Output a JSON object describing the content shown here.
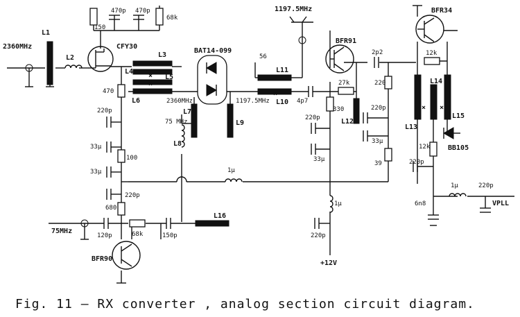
{
  "labels": {
    "in_rf": "2360MHz",
    "out_if": "1197.5MHz",
    "if_mid": "1197.5MHz",
    "rf_mid": "2360MHz",
    "lo_in": "75MHz",
    "lo_tank": "75 MHz",
    "supply": "+12V",
    "vpll": "VPLL",
    "l1": "L1",
    "l2": "L2",
    "l3": "L3",
    "l4": "L4",
    "l5": "L5",
    "l6": "L6",
    "l7": "L7",
    "l8": "L8",
    "l9": "L9",
    "l10": "L10",
    "l11": "L11",
    "l12": "L12",
    "l13": "L13",
    "l14": "L14",
    "l15": "L15",
    "l16": "L16",
    "q1": "CFY30",
    "d1": "BAT14-099",
    "q2": "BFR91",
    "q3": "BFR34",
    "q4": "BFR90",
    "d2": "BB105",
    "c_470p_a": "470p",
    "c_470p_b": "470p",
    "r_150": "150",
    "r_68k": "68k",
    "r_470": "470",
    "c_220p_a": "220p",
    "c_33u_a": "33μ",
    "r_100": "100",
    "c_33u_b": "33μ",
    "c_220p_b": "220p",
    "r_680": "680",
    "c_120p": "120p",
    "r_68k_b": "68k",
    "c_150p": "150p",
    "r_56": "56",
    "c_4p7": "4p7",
    "r_27k": "27k",
    "r_330": "330",
    "c_220p_c": "220p",
    "c_33u_c": "33μ",
    "c_33u_d": "33μ",
    "r_220": "220",
    "c_220p_d": "220p",
    "r_39": "39",
    "c_2p2": "2p2",
    "r_12k": "12k",
    "r_12k_b": "12k",
    "c_220p_e": "220p",
    "c_6n8": "6n8",
    "c_220p_f": "220p",
    "ind_1u": "1μ",
    "ind_1u_b": "1μ",
    "ind_1u_c": "1μ",
    "c_220p_g": "220p",
    "mark_x": "×"
  },
  "caption": "Fig. 11 – RX converter , analog section circuit diagram."
}
